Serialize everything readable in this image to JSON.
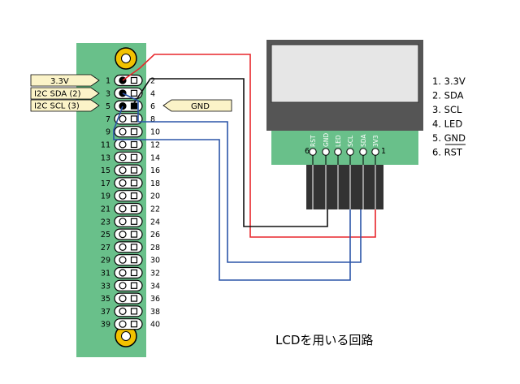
{
  "header": {
    "pins_left": [
      "1",
      "3",
      "5",
      "7",
      "9",
      "11",
      "13",
      "15",
      "17",
      "19",
      "21",
      "23",
      "25",
      "27",
      "29",
      "31",
      "33",
      "35",
      "37",
      "39"
    ],
    "pins_right": [
      "2",
      "4",
      "6",
      "8",
      "10",
      "12",
      "14",
      "16",
      "18",
      "20",
      "22",
      "24",
      "26",
      "28",
      "30",
      "32",
      "34",
      "36",
      "38",
      "40"
    ]
  },
  "tags": {
    "pin1": "3.3V",
    "pin3": "I2C SDA (2)",
    "pin5": "I2C SCL (3)",
    "pin6": "GND"
  },
  "lcd": {
    "header_labels": [
      "RST",
      "GND",
      "LED",
      "SCL",
      "SDA",
      "3V3"
    ],
    "pin_first": "6",
    "pin_last": "1"
  },
  "pin_list": [
    {
      "num": "1.",
      "name": "3.3V"
    },
    {
      "num": "2.",
      "name": "SDA"
    },
    {
      "num": "3.",
      "name": "SCL"
    },
    {
      "num": "4.",
      "name": "LED"
    },
    {
      "num": "5.",
      "name": "GND"
    },
    {
      "num": "6.",
      "name": "RST"
    }
  ],
  "caption": "LCDを用いる回路",
  "colors": {
    "board": "#69c08a",
    "red_wire": "#e8262b",
    "blue_wire": "#2b55a8",
    "black_wire": "#111111",
    "tag_fill": "#fbf3c8",
    "lcd_frame": "#555555",
    "lcd_screen": "#e6e6e6",
    "lcd_pcb": "#69c08a",
    "hole": "#f2c200"
  }
}
